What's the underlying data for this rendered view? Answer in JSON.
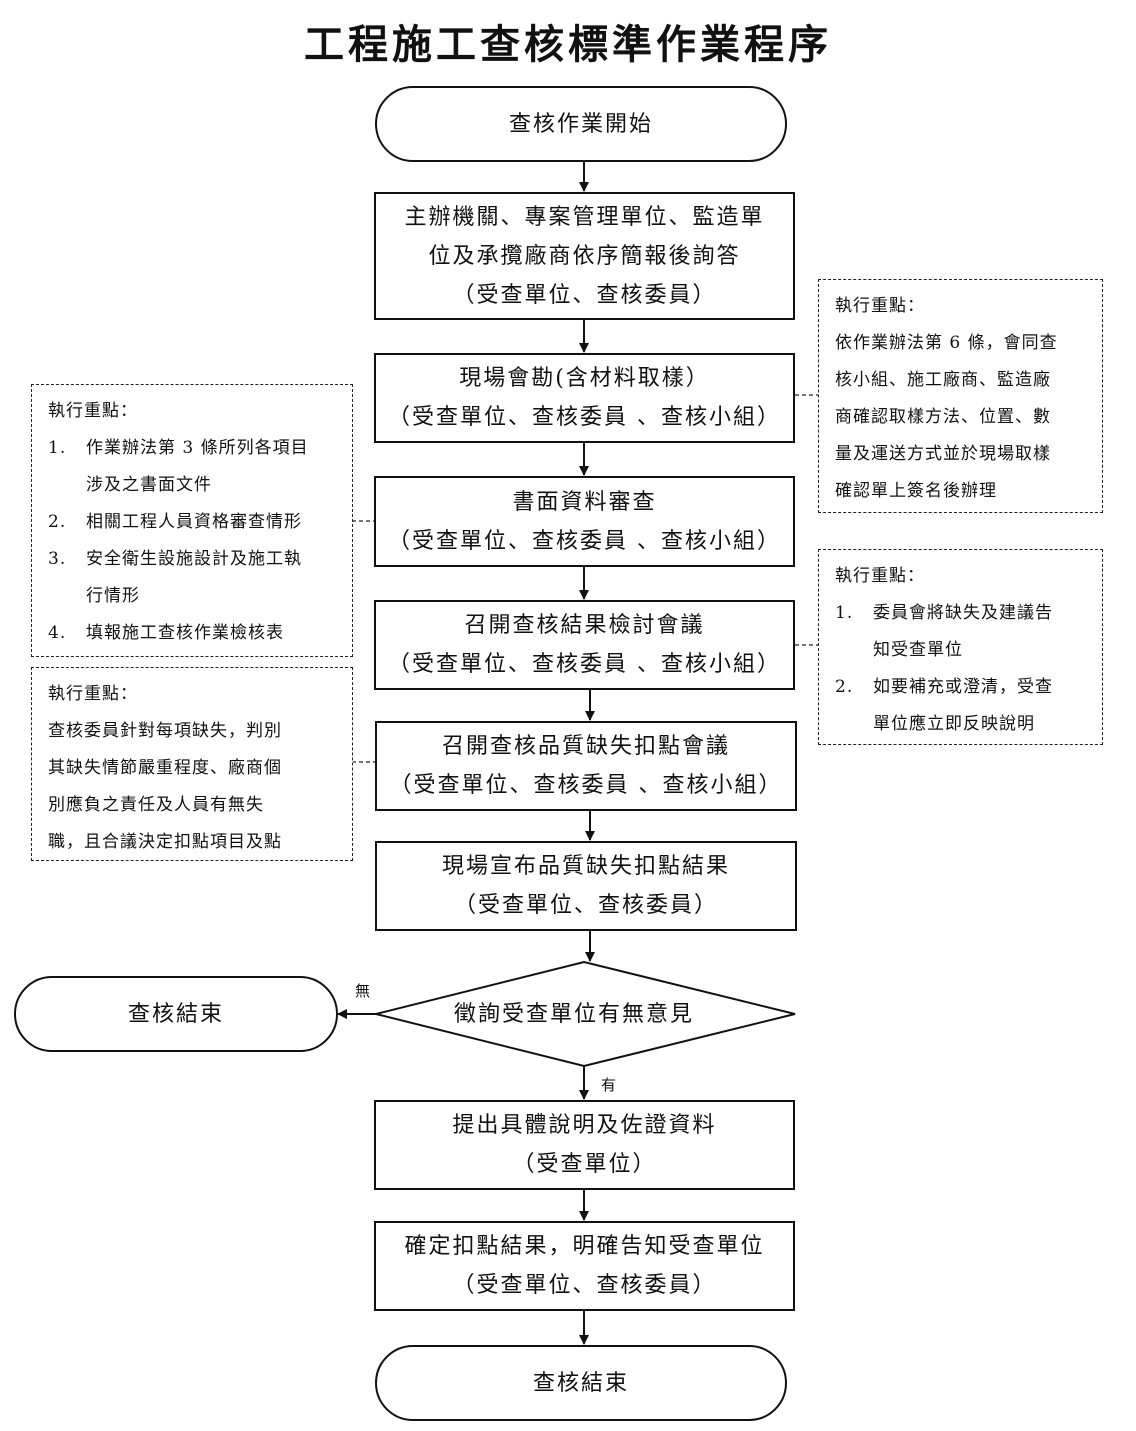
{
  "title": "工程施工查核標準作業程序",
  "steps": {
    "start": "查核作業開始",
    "briefing": [
      "主辦機關、專案管理單位、監造單",
      "位及承攬廠商依序簡報後詢答",
      "（受查單位、查核委員）"
    ],
    "site_survey": [
      "現場會勘(含材料取樣）",
      "（受查單位、查核委員 、查核小組）"
    ],
    "document_review": [
      "書面資料審查",
      "（受查單位、查核委員 、查核小組）"
    ],
    "result_meeting": [
      "召開查核結果檢討會議",
      "（受查單位、查核委員 、查核小組）"
    ],
    "deduction_meeting": [
      "召開查核品質缺失扣點會議",
      "（受查單位、查核委員 、查核小組）"
    ],
    "announce": [
      "現場宣布品質缺失扣點結果",
      "（受查單位、查核委員）"
    ],
    "decision": "徵詢受查單位有無意見",
    "decision_no": "無",
    "decision_yes": "有",
    "end_left": "查核結束",
    "submit": [
      "提出具體說明及佐證資料",
      "（受查單位）"
    ],
    "confirm": [
      "確定扣點結果，明確告知受查單位",
      "（受查單位、查核委員）"
    ],
    "end": "查核結束"
  },
  "notes": {
    "sampling": {
      "heading": "執行重點：",
      "text": [
        "依作業辦法第 6 條，會同查",
        "核小組、施工廠商、監造廠",
        "商確認取樣方法、位置、數",
        "量及運送方式並於現場取樣",
        "確認單上簽名後辦理"
      ]
    },
    "review": {
      "heading": "執行重點：",
      "items": [
        {
          "num": "1.",
          "lines": [
            "作業辦法第 3 條所列各項目",
            "涉及之書面文件"
          ]
        },
        {
          "num": "2.",
          "lines": [
            "相關工程人員資格審查情形"
          ]
        },
        {
          "num": "3.",
          "lines": [
            "安全衛生設施設計及施工執",
            "行情形"
          ]
        },
        {
          "num": "4.",
          "lines": [
            "填報施工查核作業檢核表"
          ]
        }
      ]
    },
    "meeting": {
      "heading": "執行重點：",
      "items": [
        {
          "num": "1.",
          "lines": [
            "委員會將缺失及建議告",
            "知受查單位"
          ]
        },
        {
          "num": "2.",
          "lines": [
            "如要補充或澄清，受查",
            "單位應立即反映說明"
          ]
        }
      ]
    },
    "deduction": {
      "heading": "執行重點：",
      "text": [
        "查核委員針對每項缺失，判別",
        "其缺失情節嚴重程度、廠商個",
        "別應負之責任及人員有無失",
        "職，且合議決定扣點項目及點"
      ]
    }
  }
}
